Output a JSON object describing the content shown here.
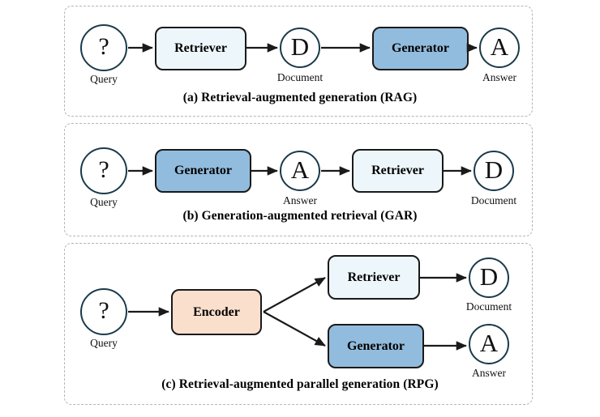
{
  "figure": {
    "background": "#ffffff",
    "panel_border_color": "#b5b5b5",
    "circle_border_color": "#1b3a4b",
    "box_border_color": "#1a1a1a",
    "arrow_color": "#1a1a1a",
    "colors": {
      "retriever_fill": "#edf7fb",
      "generator_fill": "#92bcdd",
      "encoder_fill": "#fadfcd"
    }
  },
  "panels": [
    {
      "id": "a",
      "caption": "(a) Retrieval-augmented generation (RAG)",
      "flow": [
        "Query",
        "Retriever",
        "Document",
        "Generator",
        "Answer"
      ],
      "nodes": {
        "query": {
          "glyph": "?",
          "label": "Query"
        },
        "retriever": {
          "label": "Retriever"
        },
        "document": {
          "glyph": "D",
          "label": "Document"
        },
        "generator": {
          "label": "Generator"
        },
        "answer": {
          "glyph": "A",
          "label": "Answer"
        }
      }
    },
    {
      "id": "b",
      "caption": "(b) Generation-augmented retrieval (GAR)",
      "flow": [
        "Query",
        "Generator",
        "Answer",
        "Retriever",
        "Document"
      ],
      "nodes": {
        "query": {
          "glyph": "?",
          "label": "Query"
        },
        "generator": {
          "label": "Generator"
        },
        "answer": {
          "glyph": "A",
          "label": "Answer"
        },
        "retriever": {
          "label": "Retriever"
        },
        "document": {
          "glyph": "D",
          "label": "Document"
        }
      }
    },
    {
      "id": "c",
      "caption": "(c) Retrieval-augmented parallel generation (RPG)",
      "flow": [
        "Query",
        "Encoder",
        [
          "Retriever -> Document",
          "Generator -> Answer"
        ]
      ],
      "nodes": {
        "query": {
          "glyph": "?",
          "label": "Query"
        },
        "encoder": {
          "label": "Encoder"
        },
        "retriever": {
          "label": "Retriever"
        },
        "document": {
          "glyph": "D",
          "label": "Document"
        },
        "generator": {
          "label": "Generator"
        },
        "answer": {
          "glyph": "A",
          "label": "Answer"
        }
      }
    }
  ]
}
